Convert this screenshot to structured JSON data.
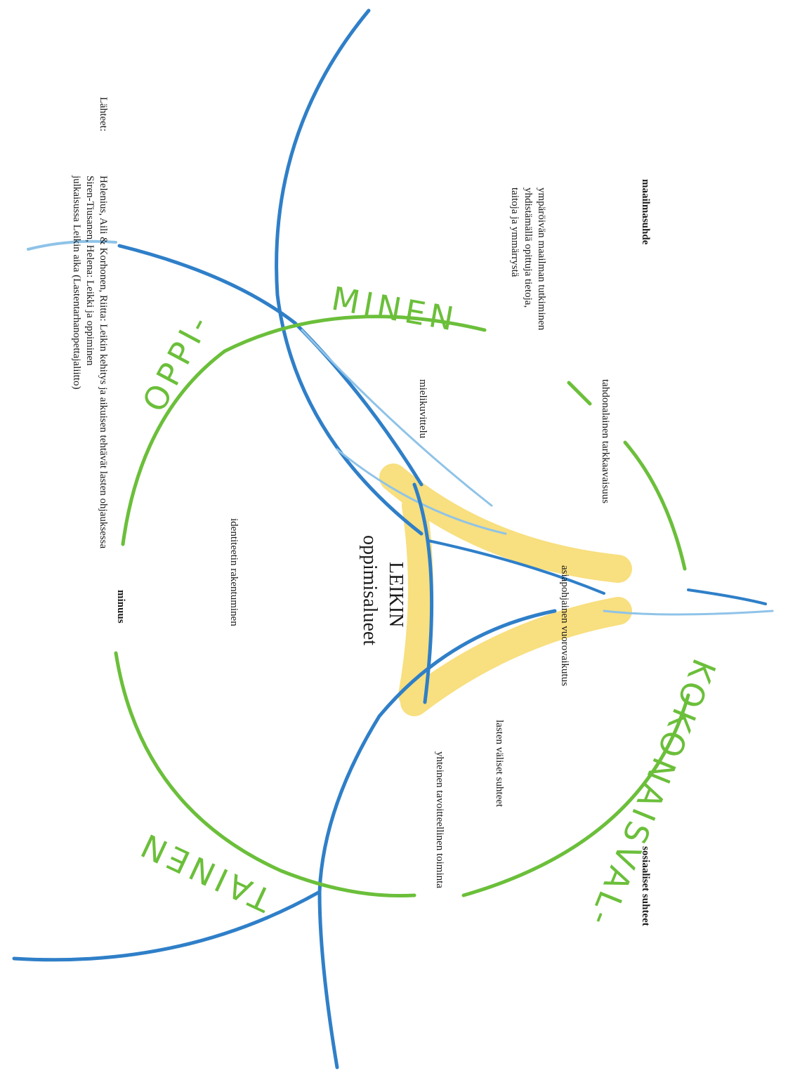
{
  "colors": {
    "green": "#6bbf3a",
    "blue": "#2f7fc8",
    "light_blue": "#8fc3e8",
    "yellow": "#f4c518"
  },
  "center": {
    "title": "LEIKIN",
    "subtitle": "oppimisalueet"
  },
  "areas": {
    "top": "maailmasuhde",
    "right": "sosiaaliset suhteet",
    "bottom": "minuus"
  },
  "items": {
    "research_line1": "ympäröivän maailman tutkiminen",
    "research_line2": "yhdistämällä opittuja tietoja,",
    "research_line3": "taitoja ja ymmärrystä",
    "accuracy": "tahdonalainen tarkkaavaisuus",
    "imagination": "mielikuvittelu",
    "interaction": "asiapohjainen vuorovaikutus",
    "peer_relations": "lasten väliset suhteet",
    "joint_activity": "yhteinen tavoitteellinen toiminta",
    "identity": "identiteetin rakentuminen"
  },
  "crayon_words": {
    "oppi": "OPPI-",
    "minen": "MINEN",
    "kokonaisval": "KOKONAISVAL-",
    "tainen": "TAINEN"
  },
  "sources": {
    "label": "Lähteet:",
    "line1": "Helenius, Aili & Korhonen, Riitta: Leikin kehitys ja aikuisen tehtävät lasten ohjauksessa",
    "line2": "Siren-Tiusanen, Helena: Leikki ja oppiminen",
    "line3": "julkaisussa Leikin aika (Lastentarhanopettajaliitto)"
  }
}
